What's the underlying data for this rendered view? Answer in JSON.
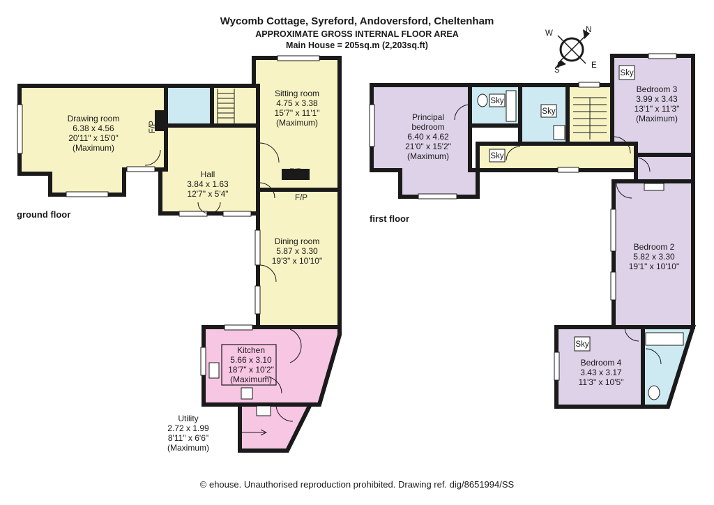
{
  "header": {
    "address": "Wycomb Cottage, Syreford, Andoversford, Cheltenham",
    "area_title": "APPROXIMATE GROSS INTERNAL FLOOR AREA",
    "main_house": "Main House = 205sq.m (2,203sq.ft)"
  },
  "floors": {
    "ground": "ground floor",
    "first": "first floor"
  },
  "compass": {
    "n": "N",
    "e": "E",
    "s": "S",
    "w": "W"
  },
  "rooms": {
    "drawing": {
      "name": "Drawing room",
      "metric": "6.38 x 4.56",
      "imperial": "20'11\" x 15'0\"",
      "note": "(Maximum)"
    },
    "sitting": {
      "name": "Sitting room",
      "metric": "4.75 x 3.38",
      "imperial": "15'7\" x 11'1\"",
      "note": "(Maximum)"
    },
    "hall": {
      "name": "Hall",
      "metric": "3.84 x 1.63",
      "imperial": "12'7\" x 5'4\""
    },
    "dining": {
      "name": "Dining room",
      "metric": "5.87 x 3.30",
      "imperial": "19'3\" x 10'10\""
    },
    "kitchen": {
      "name": "Kitchen",
      "metric": "5.66 x 3.10",
      "imperial": "18'7\" x 10'2\"",
      "note": "(Maximum)"
    },
    "utility": {
      "name": "Utility",
      "metric": "2.72 x 1.99",
      "imperial": "8'11\" x 6'6\"",
      "note": "(Maximum)"
    },
    "principal": {
      "name1": "Principal",
      "name2": "bedroom",
      "metric": "6.40 x 4.62",
      "imperial": "21'0\" x 15'2\"",
      "note": "(Maximum)"
    },
    "bed3": {
      "name": "Bedroom 3",
      "metric": "3.99 x 3.43",
      "imperial": "13'1\" x 11'3\"",
      "note": "(Maximum)"
    },
    "bed2": {
      "name": "Bedroom 2",
      "metric": "5.82 x 3.30",
      "imperial": "19'1\" x 10'10\""
    },
    "bed4": {
      "name": "Bedroom 4",
      "metric": "3.43 x 3.17",
      "imperial": "11'3\" x 10'5\""
    }
  },
  "labels": {
    "fp": "F/P",
    "sky": "Sky"
  },
  "colors": {
    "living": "#f7f3c4",
    "bedroom": "#ddd2e8",
    "bathroom": "#cdeaf2",
    "kitchen": "#f7c6e3",
    "wall": "#1a1a1a"
  },
  "footer": "© ehouse. Unauthorised reproduction prohibited. Drawing ref. dig/8651994/SS"
}
